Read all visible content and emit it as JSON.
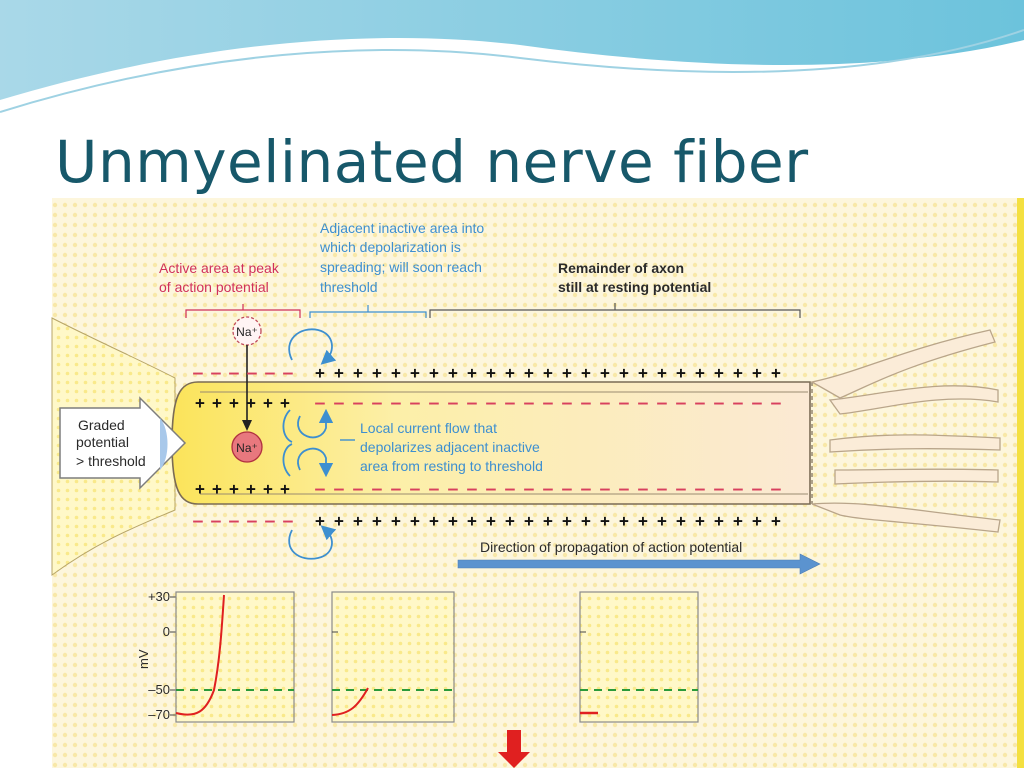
{
  "slide": {
    "title": "Unmyelinated nerve fiber"
  },
  "labels": {
    "active_area": [
      "Active area at peak",
      "of action potential"
    ],
    "adjacent_area": [
      "Adjacent inactive area into",
      "which depolarization is",
      "spreading; will soon reach",
      "threshold"
    ],
    "remainder": [
      "Remainder of axon",
      "still at resting potential"
    ],
    "graded_potential": [
      "Graded",
      "potential",
      "> threshold"
    ],
    "local_current": [
      "Local current flow that",
      "depolarizes adjacent inactive",
      "area from resting to threshold"
    ],
    "direction": "Direction of propagation of action potential",
    "ion": "Na⁺"
  },
  "graphs": {
    "y_axis_label": "mV",
    "ticks": [
      "+30",
      "0",
      "–50",
      "–70"
    ],
    "threshold_mv": -50,
    "resting_mv": -70,
    "peak_mv": 30
  },
  "colors": {
    "title": "#17586a",
    "pink_label": "#d0305a",
    "blue_label": "#3d8fd0",
    "threshold_dash": "#2a9a3a",
    "trace": "#e02020",
    "arrow_down": "#e02020"
  }
}
